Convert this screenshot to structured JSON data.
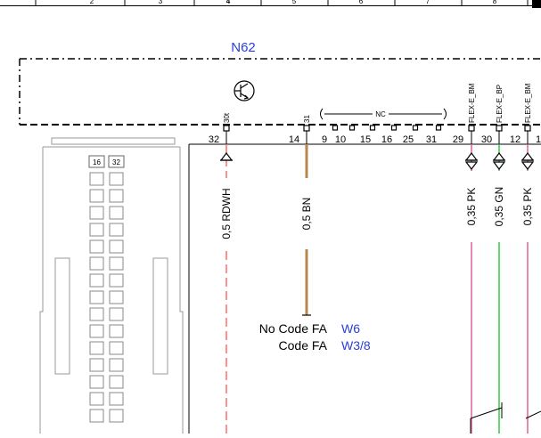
{
  "ruler": {
    "cells": [
      "",
      "2",
      "3",
      "4",
      "5",
      "6",
      "7",
      "8"
    ]
  },
  "module": {
    "name": "N62",
    "nc_label": "NC"
  },
  "pins": [
    {
      "pin": "32",
      "func": "30t",
      "wire_size": "0,5",
      "wire_code": "RDWH",
      "color": "#ff6b6b",
      "style": "dashed",
      "arrow": "up"
    },
    {
      "pin": "14",
      "func": "31",
      "wire_size": "0,5",
      "wire_code": "BN",
      "color": "#b8874f",
      "style": "solid",
      "arrow": "none"
    },
    {
      "pin": "29",
      "func": "FLEX-E_BM",
      "wire_size": "0,35",
      "wire_code": "PK",
      "color": "#e0609a",
      "style": "solid",
      "arrow": "both"
    },
    {
      "pin": "30",
      "func": "FLEX-E_BP",
      "wire_size": "0,35",
      "wire_code": "GN",
      "color": "#2ecc40",
      "style": "solid",
      "arrow": "both"
    },
    {
      "pin": "12",
      "func": "FLEX-E_BM",
      "wire_size": "0,35",
      "wire_code": "PK",
      "color": "#e0609a",
      "style": "solid",
      "arrow": "both"
    },
    {
      "pin": "1",
      "func": "",
      "wire_size": "",
      "wire_code": "",
      "color": "#000000",
      "style": "none",
      "arrow": "none"
    }
  ],
  "nc_pins": [
    "9",
    "10",
    "15",
    "16",
    "25",
    "31"
  ],
  "connector": {
    "label_a": "16",
    "label_b": "32"
  },
  "references": [
    {
      "label": "No Code FA",
      "target": "W6"
    },
    {
      "label": "Code FA",
      "target": "W3/8"
    }
  ],
  "colors": {
    "link": "#2a3fd9",
    "frame": "#000000"
  }
}
